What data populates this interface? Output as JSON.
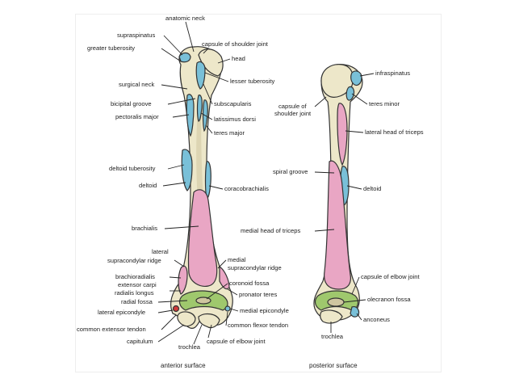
{
  "colors": {
    "bone": "#ede7c9",
    "bone_shadow": "#cfc6a0",
    "origin_pink": "#e9a6c4",
    "insertion_blue": "#79c0d8",
    "capsule_green": "#9fc86d",
    "epicondyle_red": "#d23a3a",
    "outline": "#333333"
  },
  "anterior": {
    "caption": "anterior surface",
    "labels": {
      "anatomic_neck": "anatomic neck",
      "supraspinatus": "supraspinatus",
      "greater_tuberosity": "greater tuberosity",
      "capsule_shoulder": "capsule of shoulder joint",
      "head": "head",
      "lesser_tuberosity": "lesser tuberosity",
      "surgical_neck": "surgical neck",
      "bicipital_groove": "bicipital groove",
      "subscapularis": "subscapularis",
      "pectoralis_major": "pectoralis major",
      "latissimus_dorsi": "latissimus dorsi",
      "teres_major": "teres major",
      "deltoid_tuberosity": "deltoid tuberosity",
      "deltoid": "deltoid",
      "coracobrachialis": "coracobrachialis",
      "brachialis": "brachialis",
      "lateral_supracondylar_1": "lateral",
      "lateral_supracondylar_2": "supracondylar ridge",
      "medial_supracondylar_1": "medial",
      "medial_supracondylar_2": "supracondylar ridge",
      "brachioradialis": "brachioradialis",
      "extensor_carpi_1": "extensor carpi",
      "extensor_carpi_2": "radialis longus",
      "coronoid_fossa": "coronoid fossa",
      "radial_fossa": "radial fossa",
      "pronator_teres": "pronator teres",
      "lateral_epicondyle": "lateral epicondyle",
      "medial_epicondyle": "medial epicondyle",
      "common_extensor": "common extensor tendon",
      "common_flexor": "common flexor tendon",
      "capitulum": "capitulum",
      "capsule_elbow": "capsule of elbow joint",
      "trochlea": "trochlea"
    }
  },
  "posterior": {
    "caption": "posterior surface",
    "labels": {
      "infraspinatus": "infraspinatus",
      "teres_minor": "teres minor",
      "capsule_shoulder_1": "capsule of",
      "capsule_shoulder_2": "shoulder joint",
      "lateral_head_triceps": "lateral head of triceps",
      "spiral_groove": "spiral groove",
      "deltoid": "deltoid",
      "medial_head_triceps": "medial head of triceps",
      "capsule_elbow": "capsule of elbow joint",
      "olecranon_fossa": "olecranon fossa",
      "anconeus": "anconeus",
      "trochlea": "trochlea"
    }
  }
}
